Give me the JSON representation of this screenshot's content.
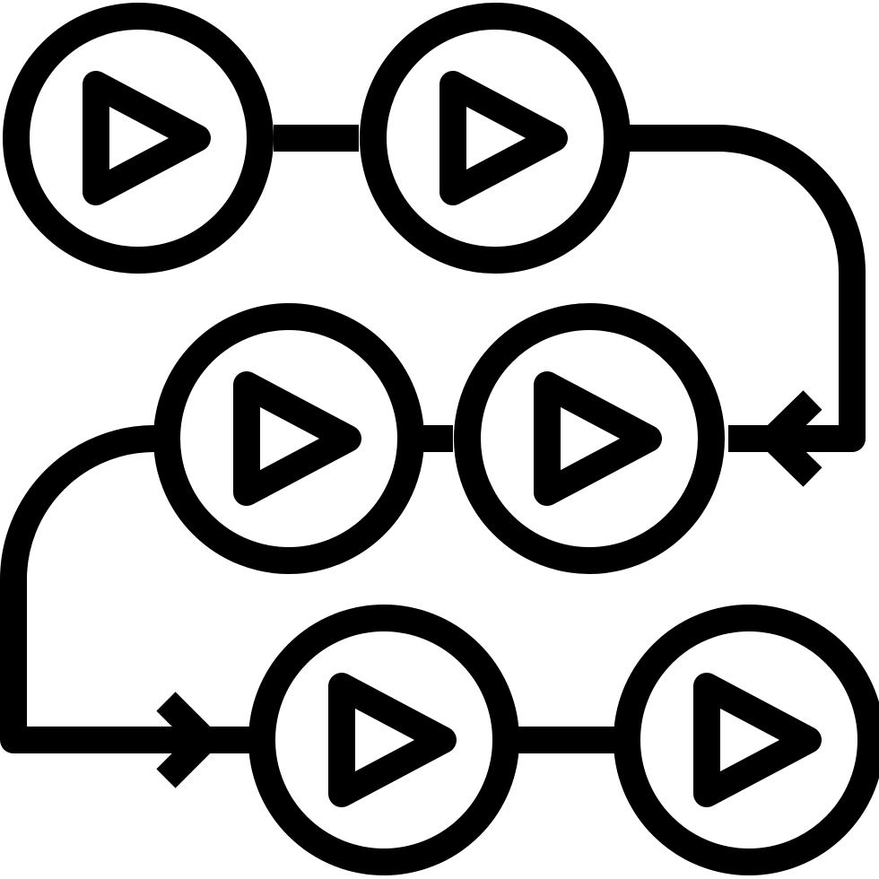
{
  "icon": {
    "name": "video-playlist-flow-icon",
    "stroke_color": "#000000",
    "background_color": "#ffffff",
    "rows": [
      {
        "name": "row-1",
        "items": [
          "play-circle-icon",
          "play-circle-icon"
        ],
        "flow": "right"
      },
      {
        "name": "row-2",
        "items": [
          "play-circle-icon",
          "play-circle-icon"
        ],
        "flow": "left"
      },
      {
        "name": "row-3",
        "items": [
          "play-circle-icon",
          "play-circle-icon"
        ],
        "flow": "right"
      }
    ],
    "arrows": [
      {
        "name": "arrow-left-icon",
        "direction": "left"
      },
      {
        "name": "arrow-right-icon",
        "direction": "right"
      }
    ]
  }
}
